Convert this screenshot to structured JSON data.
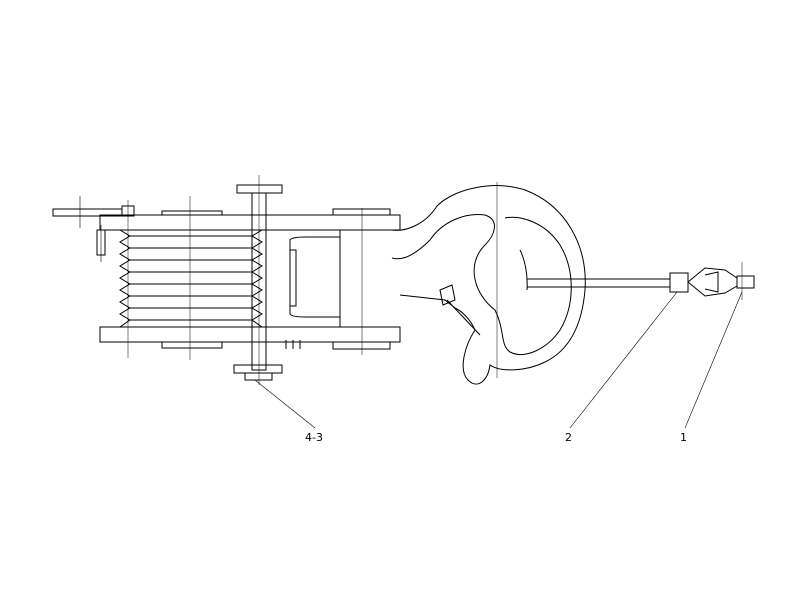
{
  "drawing": {
    "callouts": [
      {
        "id": "callout-1",
        "text": "1"
      },
      {
        "id": "callout-2",
        "text": "2"
      },
      {
        "id": "callout-4-3",
        "text": "4-3"
      }
    ],
    "colors": {
      "line": "#000000",
      "background": "#ffffff"
    }
  }
}
